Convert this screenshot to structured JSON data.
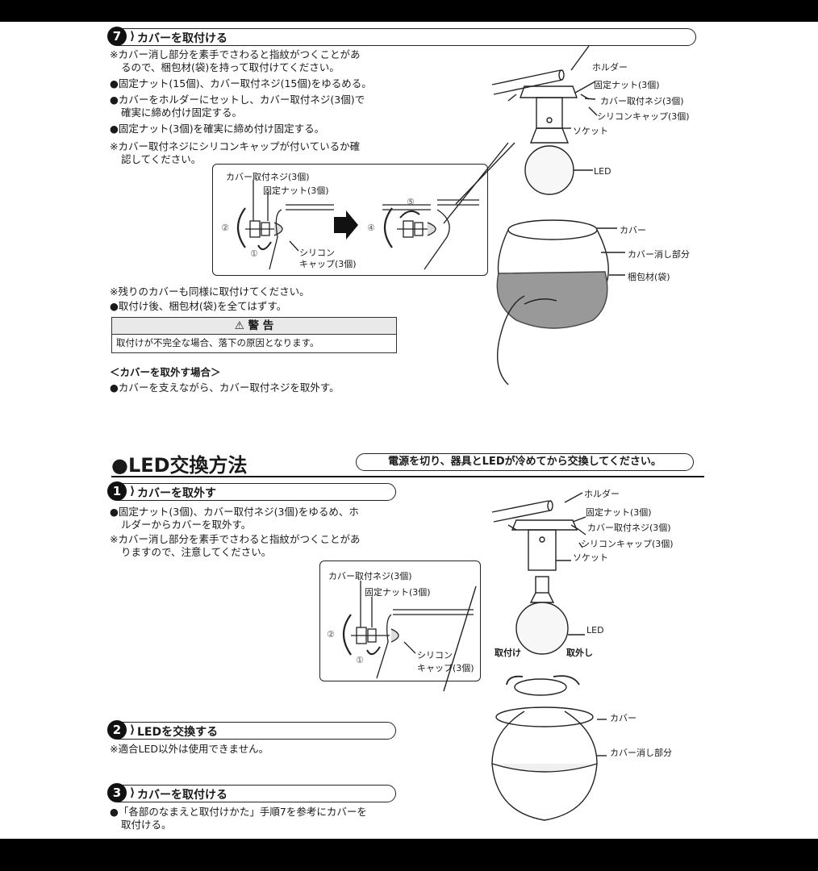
{
  "step7": {
    "number": "7",
    "title": "カバーを取付ける",
    "lines": [
      "※カバー消し部分を素手でさわると指紋がつくことがあ",
      "るので、梱包材(袋)を持って取付けてください。",
      "●固定ナット(15個)、カバー取付ネジ(15個)をゆるめる。",
      "●カバーをホルダーにセットし、カバー取付ネジ(3個)で",
      "確実に締め付け固定する。",
      "●固定ナット(3個)を確実に締め付け固定する。",
      "※カバー取付ネジにシリコンキャップが付いているか確",
      "認してください。"
    ],
    "after_lines": [
      "※残りのカバーも同様に取付けてください。",
      "●取付け後、梱包材(袋)を全てはずす。"
    ],
    "warning_title": "警 告",
    "warning_text": "取付けが不完全な場合、落下の原因となります。",
    "remove_heading": "＜カバーを取外す場合＞",
    "remove_text": "●カバーを支えながら、カバー取付ネジを取外す。"
  },
  "diagram1": {
    "holder": "ホルダー",
    "nut": "固定ナット(3個)",
    "screw": "カバー取付ネジ(3個)",
    "silicon": "シリコンキャップ(3個)",
    "socket": "ソケット",
    "led": "LED",
    "cover": "カバー",
    "frosted": "カバー消し部分",
    "bag": "梱包材(袋)",
    "inset_screw": "カバー取付ネジ(3個)",
    "inset_nut": "固定ナット(3個)",
    "inset_sil1": "シリコン",
    "inset_sil2": "キャップ(3個)",
    "mark1": "①",
    "mark2": "②",
    "mark4": "④",
    "mark5": "⑤"
  },
  "section": {
    "title": "●LED交換方法",
    "note": "電源を切り、器具とLEDが冷めてから交換してください。"
  },
  "stepA": {
    "number": "1",
    "title": "カバーを取外す",
    "lines": [
      "●固定ナット(3個)、カバー取付ネジ(3個)をゆるめ、ホ",
      "ルダーからカバーを取外す。",
      "※カバー消し部分を素手でさわると指紋がつくことがあ",
      "りますので、注意してください。"
    ]
  },
  "diagram2": {
    "holder": "ホルダー",
    "nut": "固定ナット(3個)",
    "screw": "カバー取付ネジ(3個)",
    "silicon": "シリコンキャップ(3個)",
    "socket": "ソケット",
    "led": "LED",
    "attach": "取付け",
    "detach": "取外し",
    "cover": "カバー",
    "frosted": "カバー消し部分",
    "inset_screw": "カバー取付ネジ(3個)",
    "inset_nut": "固定ナット(3個)",
    "inset_sil1": "シリコン",
    "inset_sil2": "キャップ(3個)",
    "mark1": "①",
    "mark2": "②"
  },
  "stepB": {
    "number": "2",
    "title": "LEDを交換する",
    "line": "※適合LED以外は使用できません。"
  },
  "stepC": {
    "number": "3",
    "title": "カバーを取付ける",
    "lines": [
      "●「各部のなまえと取付けかた」手順7を参考にカバーを",
      "取付ける。"
    ]
  }
}
